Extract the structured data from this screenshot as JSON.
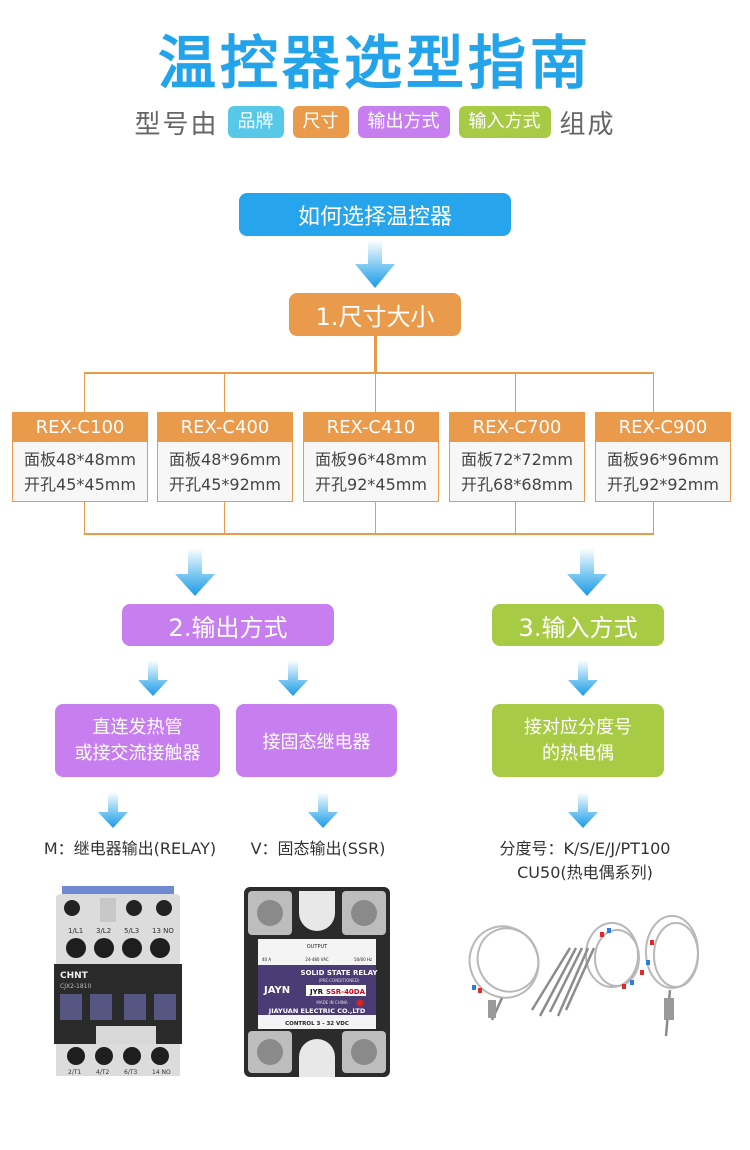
{
  "title": "温控器选型指南",
  "subtitle": {
    "prefix": "型号由",
    "suffix": "组成",
    "tags": [
      {
        "label": "品牌",
        "color": "#58c8e8"
      },
      {
        "label": "尺寸",
        "color": "#e99a4a"
      },
      {
        "label": "输出方式",
        "color": "#c77ff0"
      },
      {
        "label": "输入方式",
        "color": "#a8cb45"
      }
    ]
  },
  "colors": {
    "blue": "#27a5ec",
    "orange": "#e99a4a",
    "purple": "#c77ff0",
    "green": "#a8cb45"
  },
  "start": "如何选择温控器",
  "step1": {
    "label": "1.尺寸大小",
    "models": [
      {
        "name": "REX-C100",
        "panel": "面板48*48mm",
        "cutout": "开孔45*45mm"
      },
      {
        "name": "REX-C400",
        "panel": "面板48*96mm",
        "cutout": "开孔45*92mm"
      },
      {
        "name": "REX-C410",
        "panel": "面板96*48mm",
        "cutout": "开孔92*45mm"
      },
      {
        "name": "REX-C700",
        "panel": "面板72*72mm",
        "cutout": "开孔68*68mm"
      },
      {
        "name": "REX-C900",
        "panel": "面板96*96mm",
        "cutout": "开孔92*92mm"
      }
    ]
  },
  "step2": {
    "label": "2.输出方式",
    "options": [
      {
        "text_line1": "直连发热管",
        "text_line2": "或接交流接触器",
        "result": "M：继电器输出(RELAY)",
        "image": "contactor-photo"
      },
      {
        "text_line1": "接固态继电器",
        "result": "V：固态输出(SSR)",
        "image": "solid-state-relay-photo"
      }
    ]
  },
  "step3": {
    "label": "3.输入方式",
    "option_line1": "接对应分度号",
    "option_line2": "的热电偶",
    "result_line1": "分度号：K/S/E/J/PT100",
    "result_line2": "CU50(热电偶系列)",
    "image": "thermocouple-photo"
  },
  "photos": {
    "contactor": {
      "brand": "CHNT",
      "model": "CJX2-1810",
      "top_terminals": [
        "1/L1",
        "3/L2",
        "5/L3",
        "13 NO"
      ],
      "bottom_terminals": [
        "2/T1",
        "4/T2",
        "6/T3",
        "14 NO"
      ]
    },
    "ssr": {
      "output": "OUTPUT",
      "rating_a": "40 A",
      "rating_v": "24-480 VAC",
      "rating_hz": "50/60 Hz",
      "title": "SOLID STATE RELAY",
      "sub": "(PRE-CONDITIONED)",
      "brand": "JAYN",
      "model_prefix": "JYR",
      "model": "SSR-40DA",
      "made": "MADE IN CHINA",
      "company": "JIAYUAN ELECTRIC CO.,LTD",
      "control": "CONTROL 3 - 32 VDC"
    }
  }
}
